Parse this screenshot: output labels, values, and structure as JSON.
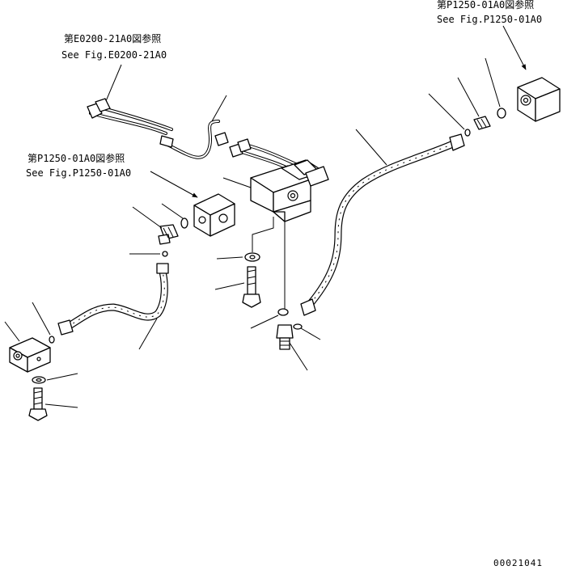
{
  "references": [
    {
      "jp": "第E0200-21A0図参照",
      "en": "See Fig.E0200-21A0"
    },
    {
      "jp": "第P1250-01A0図参照",
      "en": "See Fig.P1250-01A0"
    },
    {
      "jp": "第P1250-01A0図参照",
      "en": "See Fig.P1250-01A0"
    }
  ],
  "drawing_number": "00021041"
}
